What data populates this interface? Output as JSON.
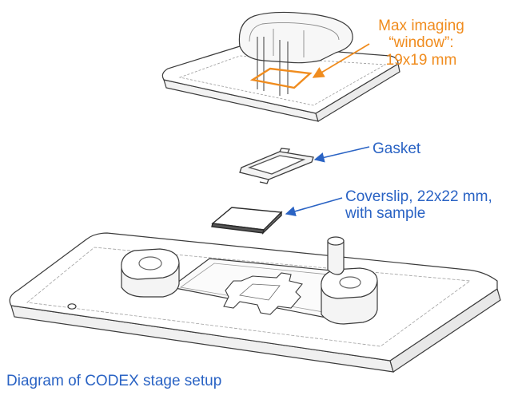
{
  "colors": {
    "accent_orange": "#f08c1e",
    "label_blue": "#2a63c4",
    "outline": "#3b3b3b"
  },
  "labels": {
    "window": [
      "Max imaging",
      "“window”:",
      "19x19 mm"
    ],
    "gasket": "Gasket",
    "coverslip": [
      "Coverslip, 22x22 mm,",
      "with sample"
    ]
  },
  "caption": "Diagram of CODEX stage setup"
}
